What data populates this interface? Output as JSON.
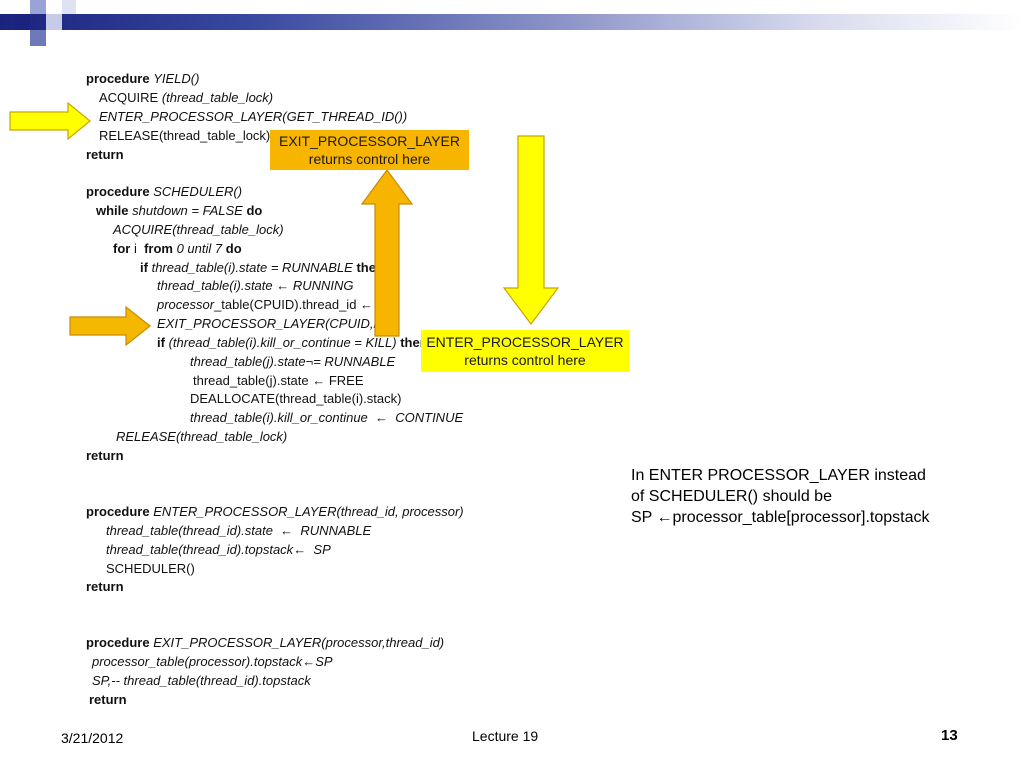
{
  "slide": {
    "callouts": {
      "exit_line1": "EXIT_PROCESSOR_LAYER",
      "exit_line2": "returns control here",
      "enter_line1": "ENTER_PROCESSOR_LAYER",
      "enter_line2": "returns control here"
    },
    "note": {
      "line1": "In ENTER PROCESSOR_LAYER instead",
      "line2": "of SCHEDULER() should be",
      "line3": "SP ←processor_table[processor].topstack"
    },
    "footer": {
      "date": "3/21/2012",
      "title": "Lecture 19",
      "page": "13"
    },
    "colors": {
      "header_dark": "#1a237e",
      "arrow_yellow": "#ffff00",
      "arrow_orange": "#f5b800",
      "exit_callout_bg": "#f7b500",
      "enter_callout_bg": "#ffff00"
    }
  }
}
